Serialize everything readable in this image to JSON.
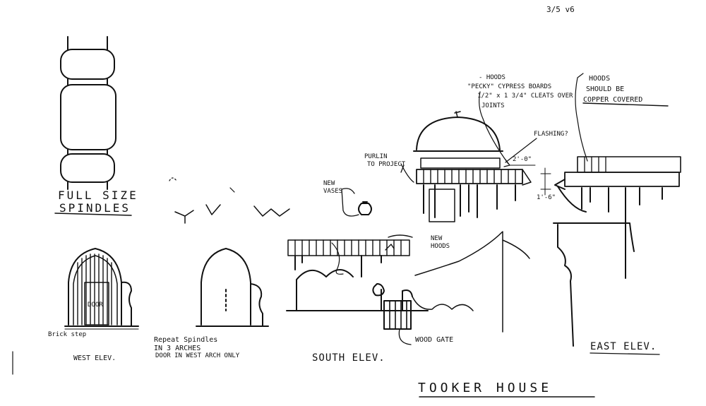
{
  "sheet_ref": "3/5 v6",
  "title": "TOOKER HOUSE",
  "labels": {
    "spindles_1": "FULL SIZE",
    "spindles_2": "SPINDLES",
    "brick_step": "Brick step",
    "door": "DOOR",
    "west_elev": "WEST ELEV.",
    "repeat_1": "Repeat Spindles",
    "repeat_2": "IN 3 ARCHES",
    "repeat_3": "DOOR IN WEST ARCH ONLY",
    "south_elev": "SOUTH ELEV.",
    "east_elev": "EAST ELEV.",
    "wood_gate": "WOOD GATE",
    "new_vases_1": "NEW",
    "new_vases_2": "VASES",
    "new_hoods_1": "NEW",
    "new_hoods_2": "HOODS",
    "purlin_1": "PURLIN",
    "purlin_2": "TO PROJECT",
    "hoods_note_1": "- HOODS",
    "hoods_note_2": "\"PECKY\" CYPRESS BOARDS",
    "hoods_note_3": "1/2\" x 1 3/4\" CLEATS OVER",
    "hoods_note_4": "JOINTS",
    "flashing": "FLASHING?",
    "copper_1": "HOODS",
    "copper_2": "SHOULD BE",
    "copper_3": "COPPER COVERED",
    "dim_1": "2'-0\"",
    "dim_2": "1'-6\""
  }
}
